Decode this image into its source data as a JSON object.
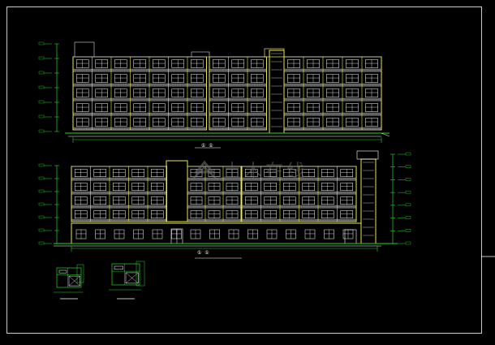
{
  "drawing": {
    "background": "#000000",
    "colors": {
      "frame": "#ffffff",
      "outline": "#e8e84a",
      "dim": "#2bd42b",
      "glass": "#ffffff",
      "grid": "#b8b8b8",
      "accent_red": "#e04040",
      "accent_cyan": "#3ad4d4"
    }
  },
  "views": [
    {
      "name": "elevation-upper",
      "title": "① ①"
    },
    {
      "name": "elevation-lower",
      "title": "① ①"
    }
  ],
  "details": [
    {
      "name": "detail-left",
      "title": ""
    },
    {
      "name": "detail-right",
      "title": ""
    }
  ],
  "watermark": {
    "text": "土木在线",
    "color": "#6b6b6b"
  },
  "icons": [
    "watermark-logo-icon"
  ]
}
